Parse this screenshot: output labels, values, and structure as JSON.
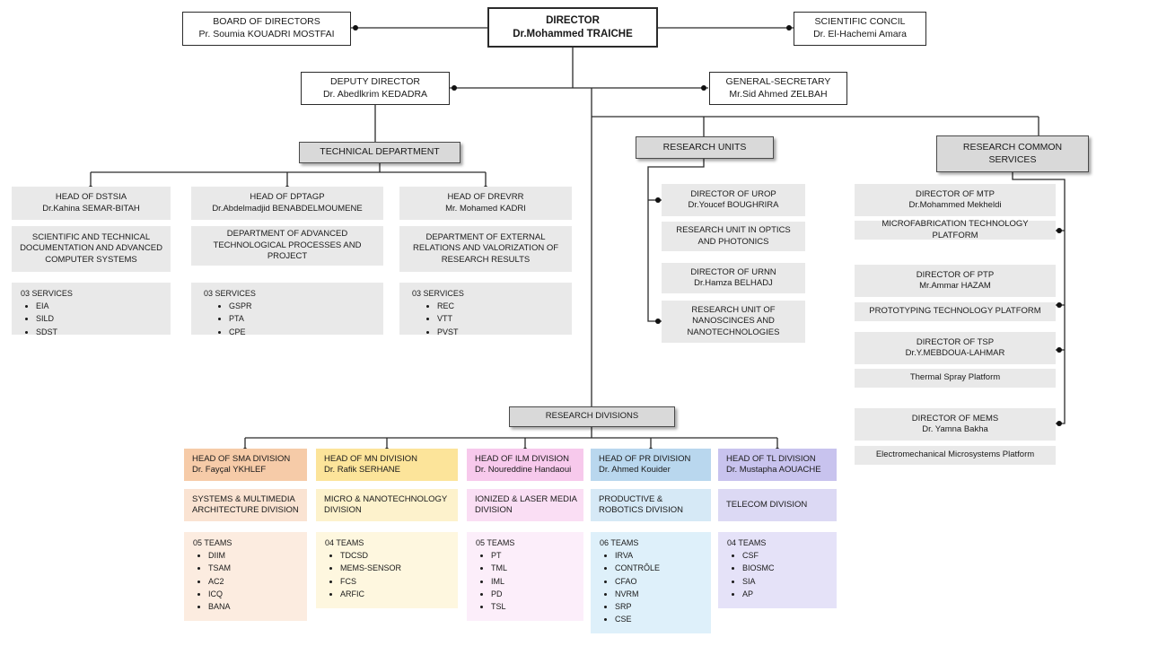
{
  "palette": {
    "section_header_bg": "#d9d9d9",
    "plain_box_bg": "#e9e9e9",
    "line_color": "#2b2b2b"
  },
  "nodes": {
    "director": {
      "title": "DIRECTOR",
      "name": "Dr.Mohammed TRAICHE"
    },
    "board": {
      "title": "BOARD OF DIRECTORS",
      "name": "Pr. Soumia KOUADRI MOSTFAI"
    },
    "council": {
      "title": "SCIENTIFIC CONCIL",
      "name": "Dr. El-Hachemi Amara"
    },
    "deputy": {
      "title": "DEPUTY DIRECTOR",
      "name": "Dr. Abedlkrim KEDADRA"
    },
    "secretary": {
      "title": "GENERAL-SECRETARY",
      "name": "Mr.Sid Ahmed ZELBAH"
    }
  },
  "headers": {
    "technical": "TECHNICAL DEPARTMENT",
    "units": "RESEARCH UNITS",
    "services": "RESEARCH COMMON SERVICES",
    "divisions": "RESEARCH DIVISIONS"
  },
  "technical": [
    {
      "head_title": "HEAD OF DSTSIA",
      "head_name": "Dr.Kahina SEMAR-BITAH",
      "department": "SCIENTIFIC AND TECHNICAL DOCUMENTATION AND ADVANCED COMPUTER SYSTEMS",
      "services_label": "03 SERVICES",
      "services": [
        "EIA",
        "SILD",
        "SDST"
      ]
    },
    {
      "head_title": "HEAD OF DPTAGP",
      "head_name": "Dr.Abdelmadjid BENABDELMOUMENE",
      "department": "DEPARTMENT OF ADVANCED TECHNOLOGICAL PROCESSES AND PROJECT",
      "services_label": "03 SERVICES",
      "services": [
        "GSPR",
        "PTA",
        "CPE"
      ]
    },
    {
      "head_title": "HEAD OF DREVRR",
      "head_name": "Mr. Mohamed KADRI",
      "department": "DEPARTMENT OF EXTERNAL RELATIONS AND VALORIZATION OF RESEARCH RESULTS",
      "services_label": "03 SERVICES",
      "services": [
        "REC",
        "VTT",
        "PVST"
      ]
    }
  ],
  "units": [
    {
      "title": "DIRECTOR OF UROP",
      "name": "Dr.Youcef BOUGHRIRA"
    },
    {
      "label": "RESEARCH UNIT IN OPTICS AND PHOTONICS"
    },
    {
      "title": "DIRECTOR OF URNN",
      "name": "Dr.Hamza BELHADJ"
    },
    {
      "label": "RESEARCH UNIT OF NANOSCINCES AND NANOTECHNOLOGIES"
    }
  ],
  "platforms": [
    {
      "title": "DIRECTOR OF MTP",
      "name": "Dr.Mohammed Mekheldi",
      "platform": "MICROFABRICATION TECHNOLOGY PLATFORM"
    },
    {
      "title": "DIRECTOR OF PTP",
      "name": "Mr.Ammar HAZAM",
      "platform": "PROTOTYPING TECHNOLOGY PLATFORM"
    },
    {
      "title": "DIRECTOR OF TSP",
      "name": "Dr.Y.MEBDOUA-LAHMAR",
      "platform": "Thermal Spray Platform"
    },
    {
      "title": "DIRECTOR OF MEMS",
      "name": "Dr. Yamna Bakha",
      "platform": "Electromechanical Microsystems Platform"
    }
  ],
  "divisions": [
    {
      "head_title": "HEAD OF SMA DIVISION",
      "head_name": "Dr. Fayçal YKHLEF",
      "division": "SYSTEMS & MULTIMEDIA ARCHITECTURE DIVISION",
      "teams_label": "05 TEAMS",
      "teams": [
        "DIIM",
        "TSAM",
        "AC2",
        "ICQ",
        "BANA"
      ],
      "colors": {
        "head": "#f6cba8",
        "body": "#fae3d2",
        "teams": "#fcece0"
      }
    },
    {
      "head_title": "HEAD OF MN DIVISION",
      "head_name": "Dr. Rafik SERHANE",
      "division": "MICRO & NANOTECHNOLOGY DIVISION",
      "teams_label": "04 TEAMS",
      "teams": [
        "TDCSD",
        "MEMS-SENSOR",
        "FCS",
        "ARFIC"
      ],
      "colors": {
        "head": "#fce49a",
        "body": "#fdf2cc",
        "teams": "#fef7df"
      }
    },
    {
      "head_title": "HEAD OF ILM DIVISION",
      "head_name": "Dr. Noureddine Handaoui",
      "division": "IONIZED & LASER MEDIA DIVISION",
      "teams_label": "05 TEAMS",
      "teams": [
        "PT",
        "TML",
        "IML",
        "PD",
        "TSL"
      ],
      "colors": {
        "head": "#f7c9ec",
        "body": "#fadef4",
        "teams": "#fceefa"
      }
    },
    {
      "head_title": "HEAD OF PR DIVISION",
      "head_name": "Dr. Ahmed Kouider",
      "division": "PRODUCTIVE & ROBOTICS DIVISION",
      "teams_label": "06 TEAMS",
      "teams": [
        "IRVA",
        "CONTRÔLE",
        "CFAO",
        "NVRM",
        "SRP",
        "CSE"
      ],
      "colors": {
        "head": "#b9d7ee",
        "body": "#d6e9f6",
        "teams": "#def0fa"
      }
    },
    {
      "head_title": "HEAD OF TL DIVISION",
      "head_name": "Dr. Mustapha AOUACHE",
      "division": "TELECOM DIVISION",
      "teams_label": "04 TEAMS",
      "teams": [
        "CSF",
        "BIOSMC",
        "SIA",
        "AP"
      ],
      "colors": {
        "head": "#c8c3ee",
        "body": "#dcd9f4",
        "teams": "#e5e2f8"
      }
    }
  ]
}
